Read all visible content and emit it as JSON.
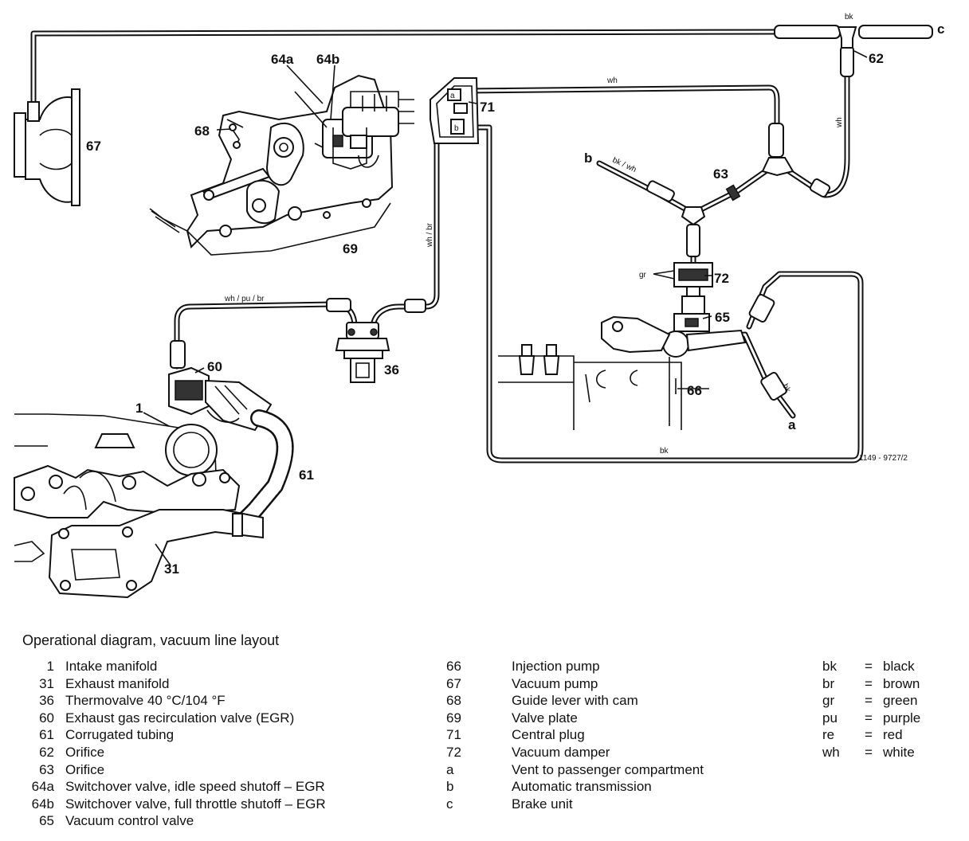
{
  "caption": "Operational diagram, vacuum line layout",
  "callouts": {
    "n1": "1",
    "n31": "31",
    "n36": "36",
    "n60": "60",
    "n61": "61",
    "n62": "62",
    "n63": "63",
    "n64a": "64a",
    "n64b": "64b",
    "n65": "65",
    "n66": "66",
    "n67": "67",
    "n68": "68",
    "n69": "69",
    "n71": "71",
    "n72": "72",
    "na": "a",
    "nb": "b",
    "nc": "c"
  },
  "wire_labels": {
    "bk_top": "bk",
    "wh_right": "wh",
    "wh_top": "wh",
    "bk_wh": "bk / wh",
    "wh_br": "wh / br",
    "wh_pu_br": "wh / pu / br",
    "gr": "gr",
    "bk_bottom": "bk",
    "bk_a": "bk"
  },
  "plug_pins": {
    "a": "a",
    "b": "b"
  },
  "ref_code": "1149 - 9727/2",
  "legend_left": [
    {
      "num": "1",
      "text": "Intake manifold"
    },
    {
      "num": "31",
      "text": "Exhaust manifold"
    },
    {
      "num": "36",
      "text": "Thermovalve 40 °C/104 °F"
    },
    {
      "num": "60",
      "text": "Exhaust gas recirculation valve (EGR)"
    },
    {
      "num": "61",
      "text": "Corrugated tubing"
    },
    {
      "num": "62",
      "text": "Orifice"
    },
    {
      "num": "63",
      "text": "Orifice"
    },
    {
      "num": "64a",
      "text": "Switchover valve, idle speed shutoff – EGR"
    },
    {
      "num": "64b",
      "text": "Switchover valve, full throttle shutoff – EGR"
    },
    {
      "num": "65",
      "text": "Vacuum control valve"
    }
  ],
  "legend_mid": [
    {
      "num": "66",
      "text": "Injection pump"
    },
    {
      "num": "67",
      "text": "Vacuum pump"
    },
    {
      "num": "68",
      "text": "Guide lever with cam"
    },
    {
      "num": "69",
      "text": "Valve plate"
    },
    {
      "num": "71",
      "text": "Central plug"
    },
    {
      "num": "72",
      "text": "Vacuum damper"
    },
    {
      "num": "a",
      "text": "Vent to passenger compartment"
    },
    {
      "num": "b",
      "text": "Automatic transmission"
    },
    {
      "num": "c",
      "text": "Brake unit"
    }
  ],
  "legend_colors": [
    {
      "code": "bk",
      "eq": "=",
      "name": "black"
    },
    {
      "code": "br",
      "eq": "=",
      "name": "brown"
    },
    {
      "code": "gr",
      "eq": "=",
      "name": "green"
    },
    {
      "code": "pu",
      "eq": "=",
      "name": "purple"
    },
    {
      "code": "re",
      "eq": "=",
      "name": "red"
    },
    {
      "code": "wh",
      "eq": "=",
      "name": "white"
    }
  ]
}
